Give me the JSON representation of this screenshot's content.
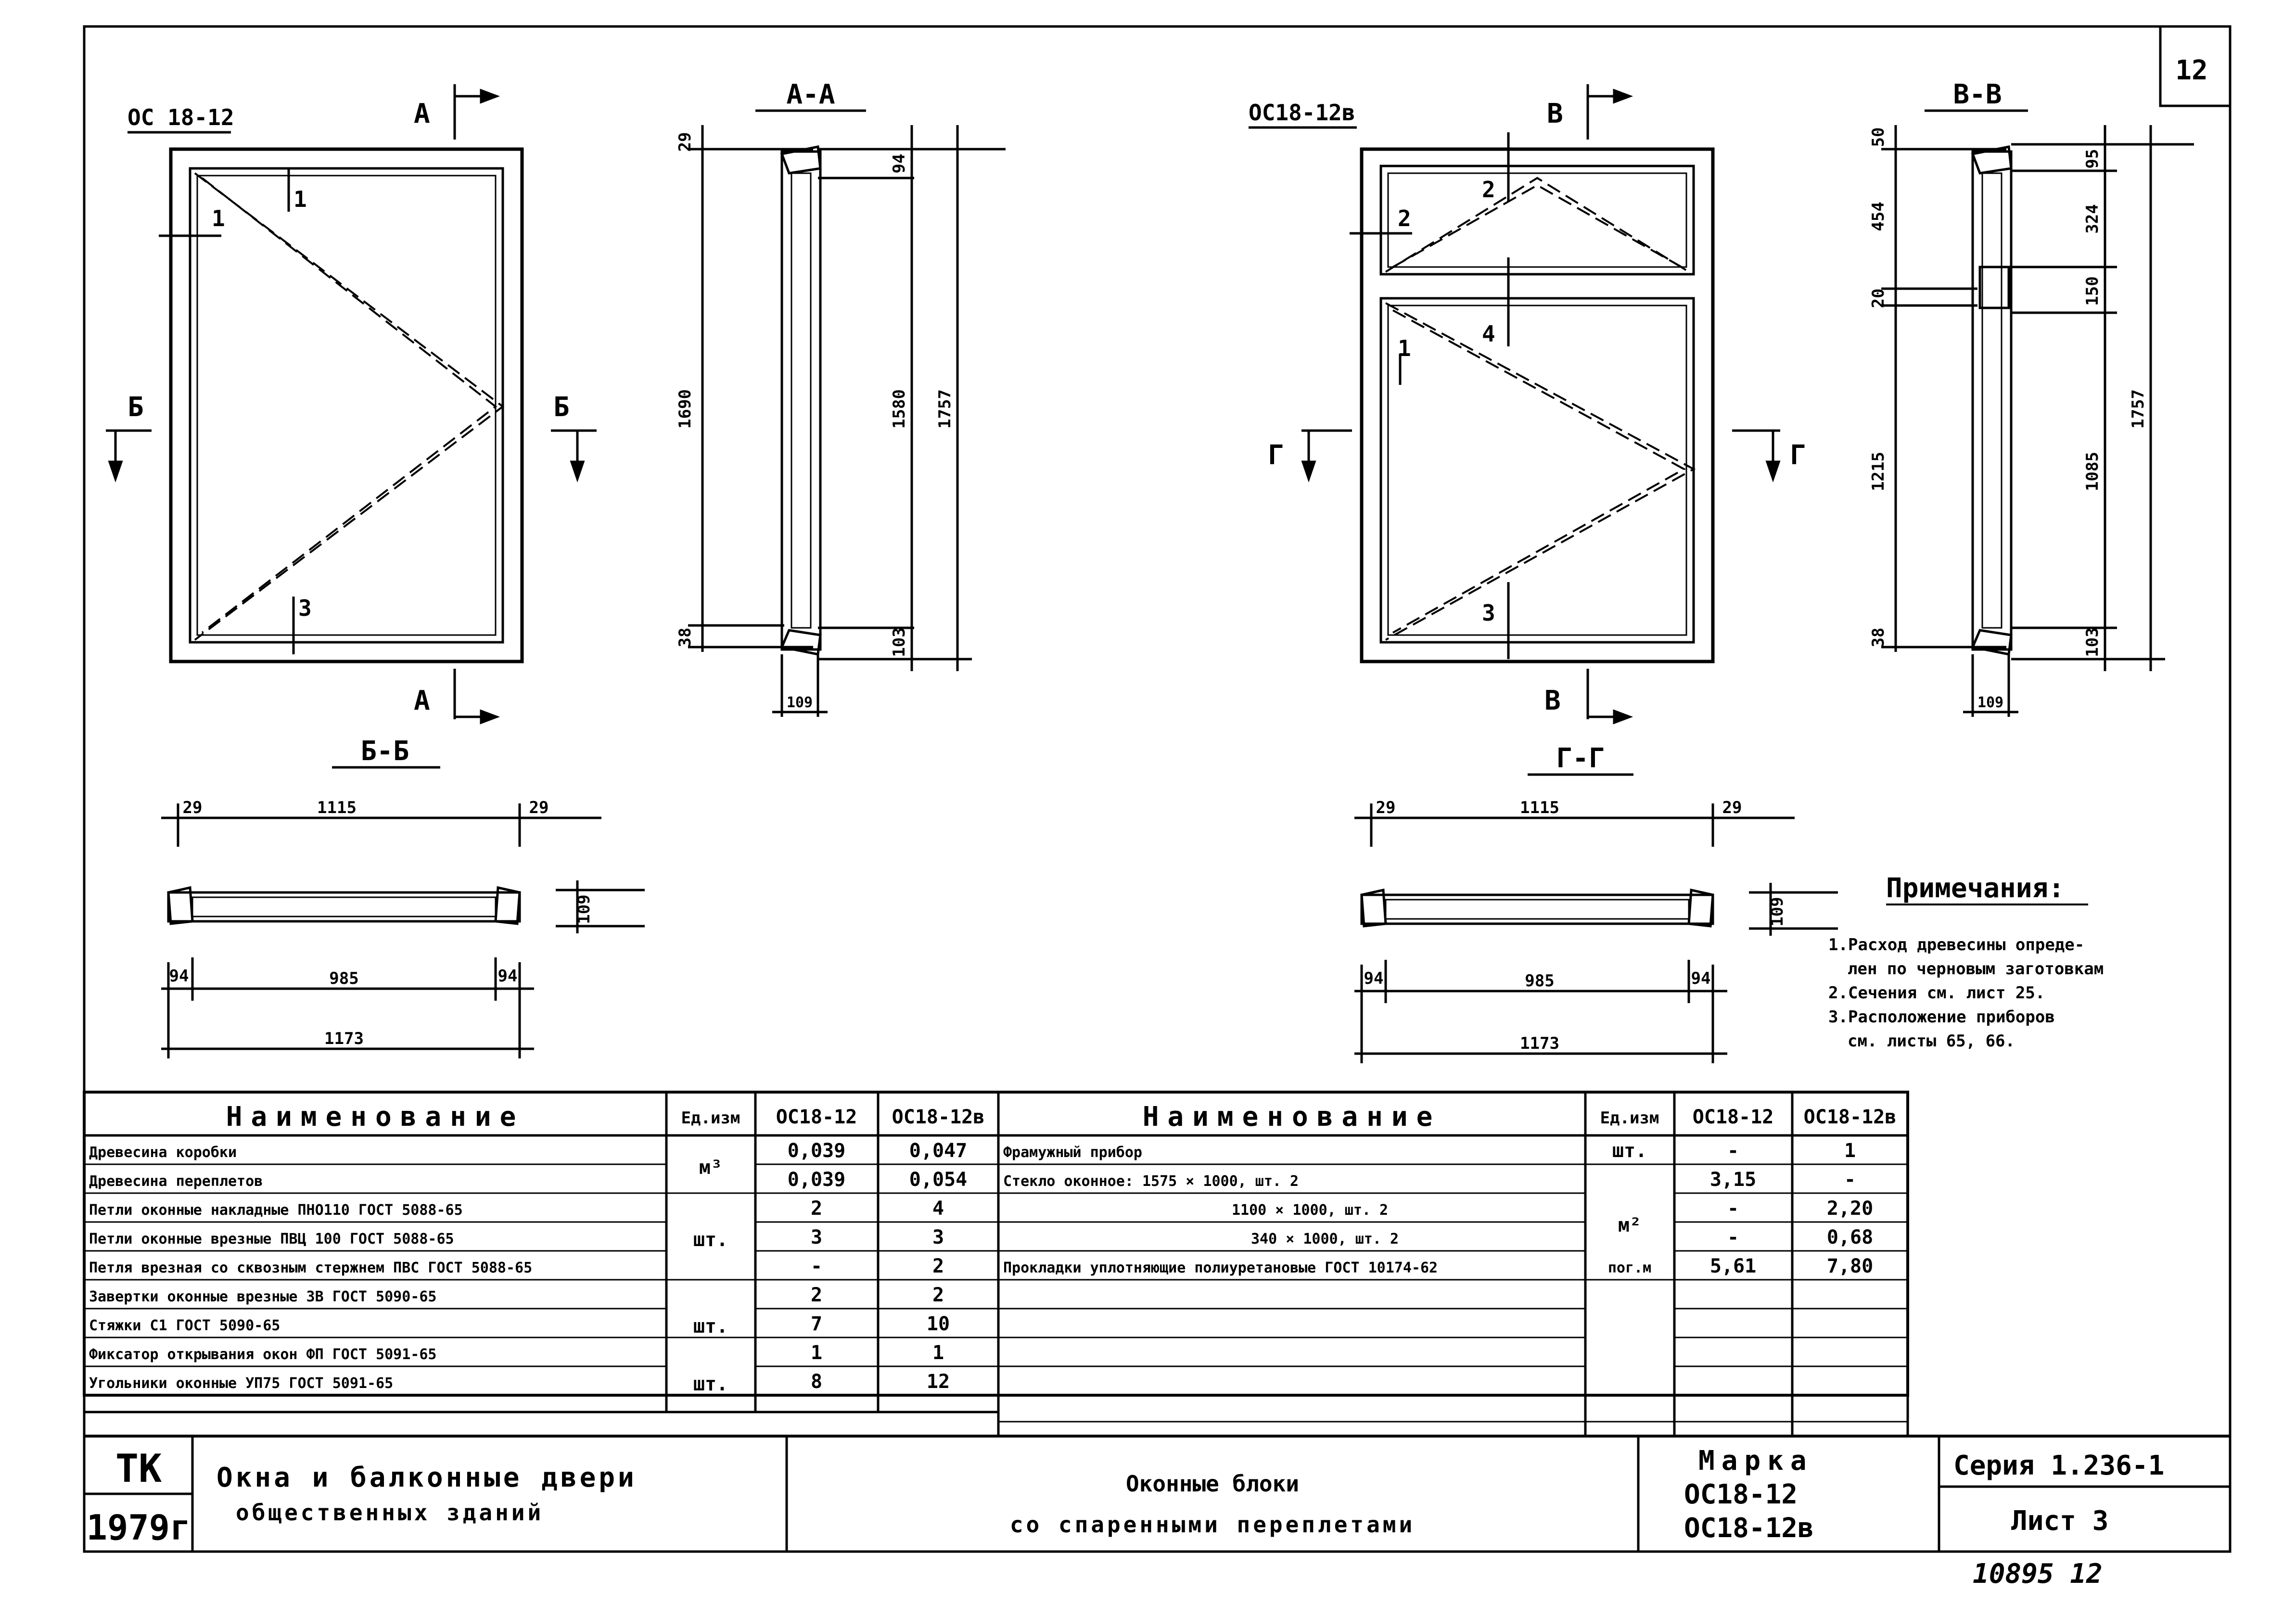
{
  "sheet_number": "12",
  "windows": {
    "left_mark": "ОС 18-12",
    "right_mark": "ОС18-12в"
  },
  "section_markers": {
    "a": "А",
    "b": "Б",
    "v": "В",
    "g": "Г"
  },
  "section_titles": {
    "aa": "А-А",
    "bb": "Б-Б",
    "vv": "В-В",
    "gg": "Г-Г"
  },
  "callouts": {
    "one": "1",
    "two": "2",
    "three": "3",
    "four": "4"
  },
  "dims": {
    "aa_top": "29",
    "aa_total_inner": "1690",
    "aa_bottom": "38",
    "aa_top_right": "94",
    "aa_glass": "1580",
    "aa_overall": "1757",
    "aa_bottom_right": "103",
    "aa_depth": "109",
    "vv_top": "50",
    "vv_upper": "454",
    "vv_mid": "20",
    "vv_lower": "1215",
    "vv_bottom": "38",
    "vv_r1": "95",
    "vv_r2": "324",
    "vv_r3": "150",
    "vv_r4": "1085",
    "vv_r5": "103",
    "vv_overall": "1757",
    "vv_depth": "109",
    "bb_left": "29",
    "bb_mid": "1115",
    "bb_right": "29",
    "bb_depth": "109",
    "bb_in_left": "94",
    "bb_in_mid": "985",
    "bb_in_right": "94",
    "bb_total": "1173"
  },
  "notes": {
    "title": "Примечания:",
    "items": [
      "1.Расход древесины опреде-",
      "лен по черновым заготовкам",
      "2.Сечения см. лист 25.",
      "3.Расположение приборов",
      "см. листы 65, 66."
    ]
  },
  "table_left": {
    "headers": [
      "Наименование",
      "Ед.изм",
      "ОС18-12",
      "ОС18-12в"
    ],
    "rows": [
      {
        "name": "Древесина коробки",
        "unit": "м³",
        "a": "0,039",
        "b": "0,047"
      },
      {
        "name": "Древесина переплетов",
        "unit": "",
        "a": "0,039",
        "b": "0,054"
      },
      {
        "name": "Петли оконные накладные ПНО110 ГОСТ 5088-65",
        "unit": "шт.",
        "a": "2",
        "b": "4"
      },
      {
        "name": "Петли оконные врезные ПВЦ 100 ГОСТ 5088-65",
        "unit": "",
        "a": "3",
        "b": "3"
      },
      {
        "name": "Петля врезная со сквозным стержнем ПВС ГОСТ 5088-65",
        "unit": "",
        "a": "-",
        "b": "2"
      },
      {
        "name": "Завертки оконные врезные ЗВ ГОСТ 5090-65",
        "unit": "шт.",
        "a": "2",
        "b": "2"
      },
      {
        "name": "Стяжки С1 ГОСТ 5090-65",
        "unit": "",
        "a": "7",
        "b": "10"
      },
      {
        "name": "Фиксатор открывания окон ФП ГОСТ 5091-65",
        "unit": "шт.",
        "a": "1",
        "b": "1"
      },
      {
        "name": "Угольники оконные УП75 ГОСТ 5091-65",
        "unit": "",
        "a": "8",
        "b": "12"
      }
    ]
  },
  "table_right": {
    "headers": [
      "Наименование",
      "Ед.изм",
      "ОС18-12",
      "ОС18-12в"
    ],
    "rows": [
      {
        "name": "Фрамужный прибор",
        "unit": "шт.",
        "a": "-",
        "b": "1"
      },
      {
        "name": "Стекло оконное: 1575 × 1000, шт. 2",
        "unit": "м²",
        "a": "3,15",
        "b": "-"
      },
      {
        "name": "1100 × 1000, шт. 2",
        "unit": "",
        "a": "-",
        "b": "2,20"
      },
      {
        "name": "340 × 1000, шт. 2",
        "unit": "",
        "a": "-",
        "b": "0,68"
      },
      {
        "name": "Прокладки уплотняющие полиуретановые ГОСТ 10174-62",
        "unit": "пог.м",
        "a": "5,61",
        "b": "7,80"
      }
    ]
  },
  "title_block": {
    "org": "ТК",
    "year": "1979г",
    "project": "Окна и балконные двери",
    "project2": "общественных зданий",
    "name": "Оконные блоки",
    "name2": "со спаренными переплетами",
    "mark_label": "Марка",
    "mark1": "ОС18-12",
    "mark2": "ОС18-12в",
    "series": "Серия 1.236-1",
    "sheet": "Лист 3",
    "inventory": "10895  12"
  }
}
